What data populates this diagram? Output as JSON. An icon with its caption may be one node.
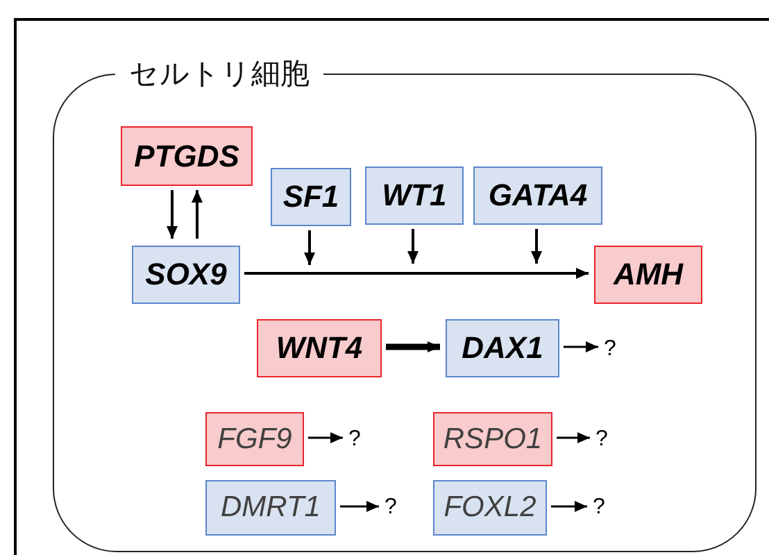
{
  "diagram": {
    "nodes": [
      {
        "text": [
          "セルトリ細胞"
        ]
      },
      {
        "text": [
          "PTGDS"
        ],
        "in": 0
      },
      {
        "text": [
          "SF1"
        ],
        "in": 0
      },
      {
        "text": [
          "WT1"
        ],
        "in": 0
      },
      {
        "text": [
          "GATA4"
        ],
        "in": 0
      },
      {
        "text": [
          "SOX9"
        ],
        "in": 0
      },
      {
        "text": [
          "AMH"
        ],
        "in": 0
      },
      {
        "text": [
          "WNT4"
        ],
        "in": 0
      },
      {
        "text": [
          "DAX1"
        ],
        "in": 0
      },
      {
        "text": [
          "?"
        ],
        "in": 0
      },
      {
        "text": [
          "FGF9"
        ],
        "in": 0
      },
      {
        "text": [
          "?"
        ],
        "in": 0
      },
      {
        "text": [
          "RSPO1"
        ],
        "in": 0
      },
      {
        "text": [
          "?"
        ],
        "in": 0
      },
      {
        "text": [
          "DMRT1"
        ],
        "in": 0
      },
      {
        "text": [
          "?"
        ],
        "in": 0
      },
      {
        "text": [
          "FOXL2"
        ],
        "in": 0
      },
      {
        "text": [
          "?"
        ],
        "in": 0
      }
    ],
    "edges": [
      {
        "from": 1,
        "to": 5,
        "arrow": "to"
      },
      {
        "from": 5,
        "to": 1,
        "arrow": "to"
      },
      {
        "from": 2,
        "to": null,
        "arrow": "to"
      },
      {
        "from": 3,
        "to": null,
        "arrow": "to"
      },
      {
        "from": 4,
        "to": null,
        "arrow": "to"
      },
      {
        "from": 5,
        "to": 6,
        "arrow": "to"
      },
      {
        "from": 7,
        "to": 8,
        "arrow": "to",
        "style": "thick"
      },
      {
        "from": 8,
        "to": 9,
        "arrow": "to"
      },
      {
        "from": 10,
        "to": 11,
        "arrow": "to"
      },
      {
        "from": 12,
        "to": 13,
        "arrow": "to"
      },
      {
        "from": 14,
        "to": 15,
        "arrow": "to"
      },
      {
        "from": 16,
        "to": 17,
        "arrow": "to"
      }
    ]
  }
}
